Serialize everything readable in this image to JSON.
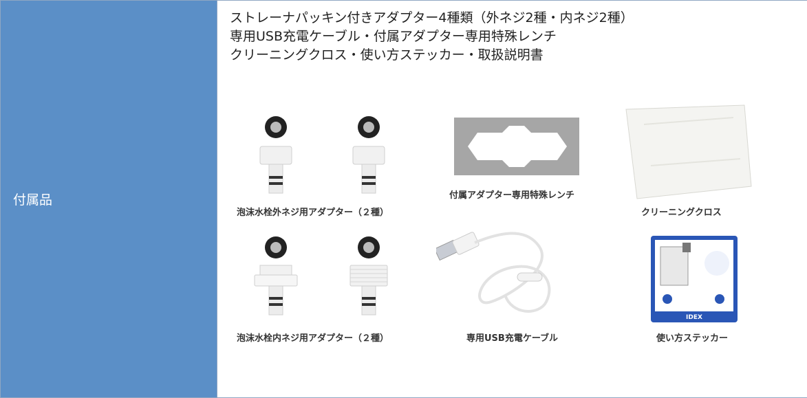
{
  "row": {
    "label": "付属品",
    "lines": [
      "ストレーナパッキン付きアダプター4種類（外ネジ2種・内ネジ2種）",
      "専用USB充電ケーブル・付属アダプター専用特殊レンチ",
      "クリーニングクロス・使い方ステッカー・取扱説明書"
    ]
  },
  "items": {
    "outer_adapter": "泡沫水栓外ネジ用アダプター（２種）",
    "wrench": "付属アダプター専用特殊レンチ",
    "cloth": "クリーニングクロス",
    "inner_adapter": "泡沫水栓内ネジ用アダプター（２種）",
    "usb_cable": "専用USB充電ケーブル",
    "sticker": "使い方ステッカー"
  },
  "sticker_art": {
    "brand": "IDEX"
  }
}
